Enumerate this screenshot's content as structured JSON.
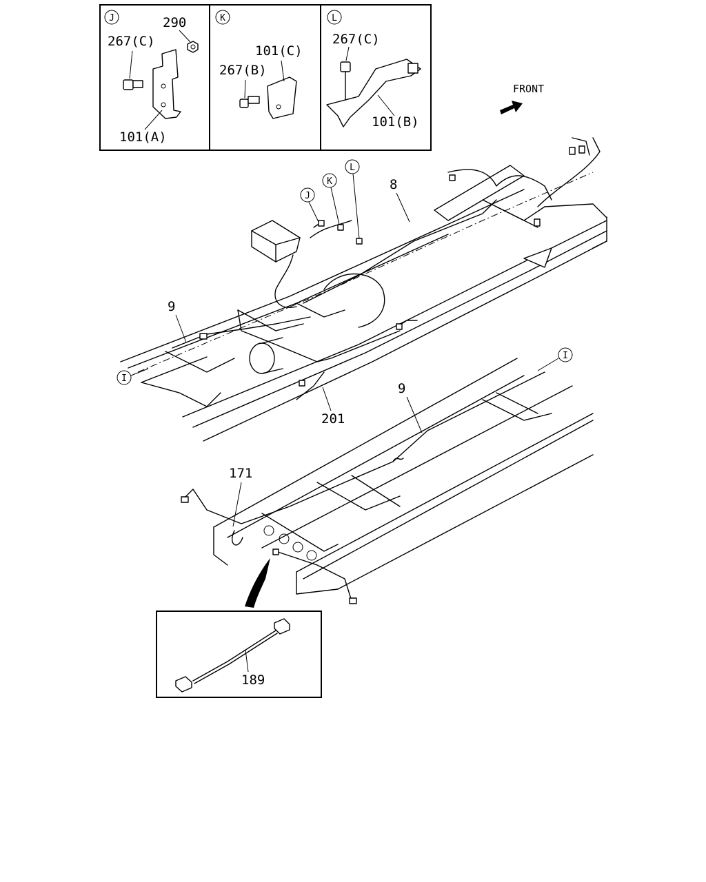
{
  "detail_views": {
    "j": {
      "marker": "J",
      "labels": [
        "290",
        "267(C)",
        "101(A)"
      ]
    },
    "k": {
      "marker": "K",
      "labels": [
        "101(C)",
        "267(B)"
      ]
    },
    "l": {
      "marker": "L",
      "labels": [
        "267(C)",
        "101(B)"
      ]
    }
  },
  "front_label": "FRONT",
  "callouts": {
    "j": "J",
    "k": "K",
    "l": "L",
    "i_left": "I",
    "i_right": "I"
  },
  "part_labels": {
    "p8": "8",
    "p9_upper": "9",
    "p9_lower": "9",
    "p201": "201",
    "p171": "171",
    "p189": "189"
  }
}
